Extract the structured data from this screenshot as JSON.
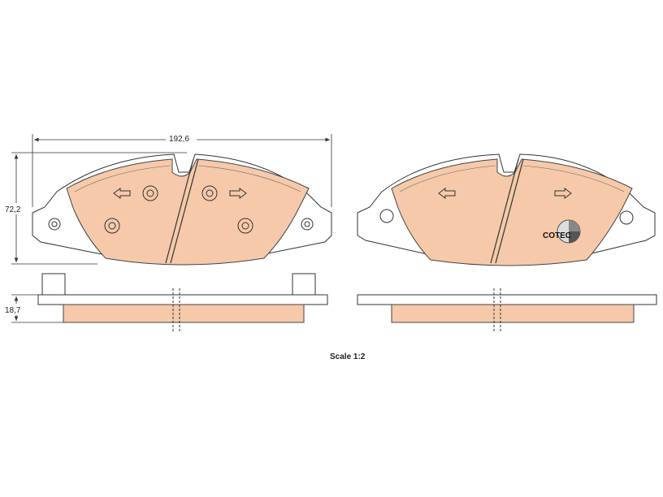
{
  "dimensions": {
    "width_label": "192,6",
    "height_label": "72,2",
    "thickness_label": "18,7"
  },
  "scale_label": "Scale 1:2",
  "logo": {
    "text": "COTEC"
  },
  "colors": {
    "friction_material": "#f5c9a9",
    "line": "#333333",
    "backing_plate": "#ffffff"
  },
  "icons": [
    "arrow-left-icon",
    "arrow-right-icon",
    "rivet-icon",
    "cotec-logo-icon"
  ]
}
